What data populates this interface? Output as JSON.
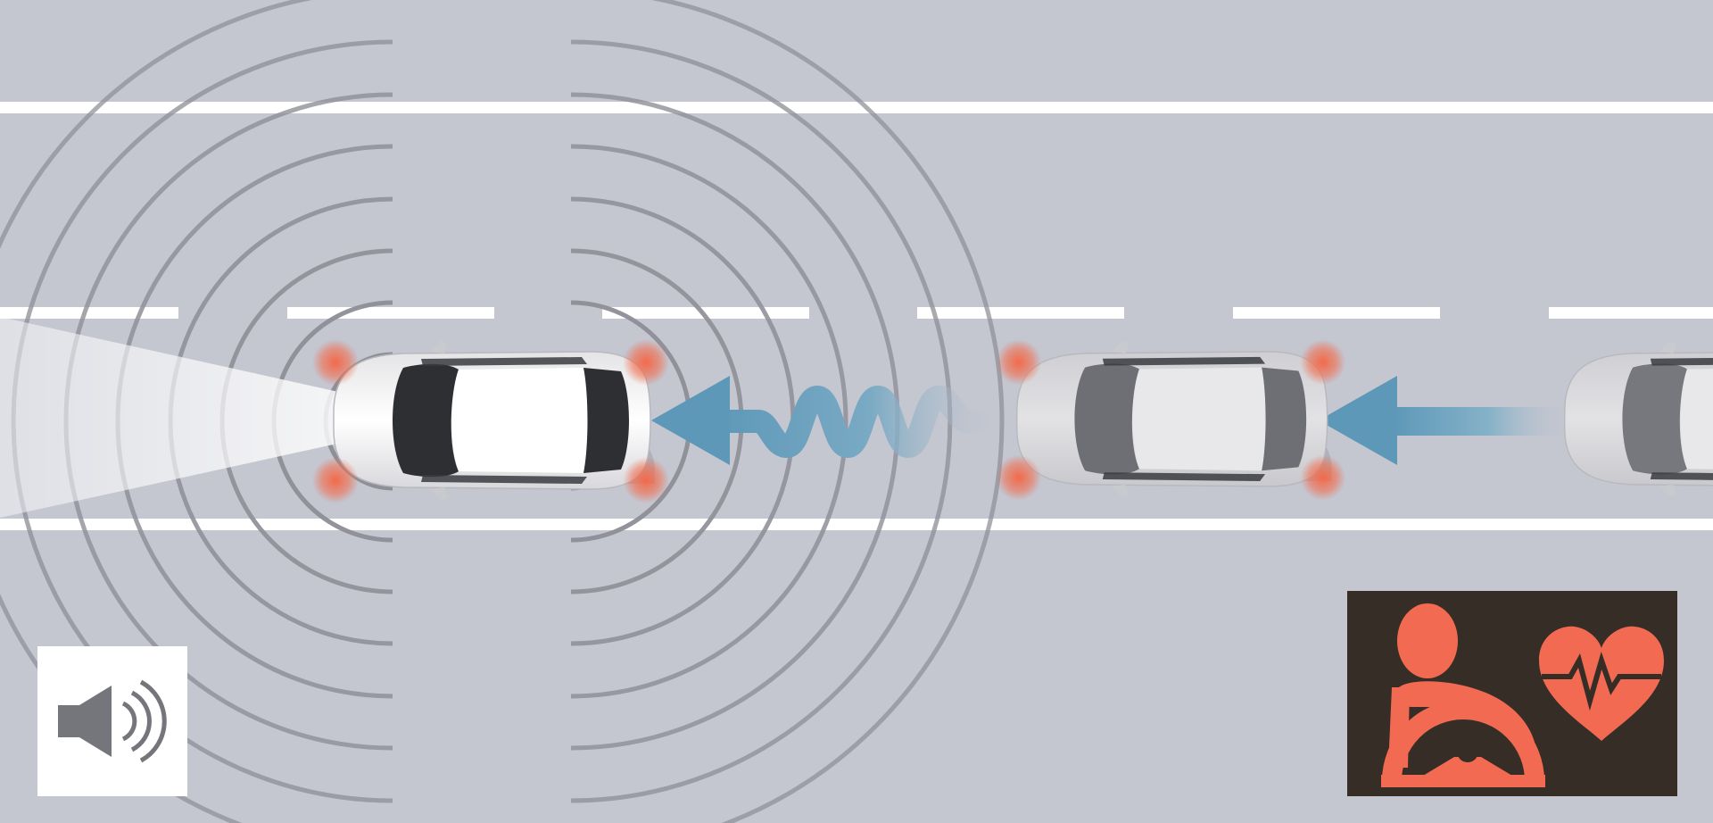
{
  "scene": {
    "type": "emergency-stop-assist-illustration",
    "colors": {
      "road": "#c4c6d0",
      "lane_marking": "#ffffff",
      "sound_wave": "#8e8f97",
      "hazard_light": "#f36a4a",
      "arrow": "#5d98b8",
      "indicator_panel": "#362e26",
      "indicator_symbol": "#f36a52",
      "speaker_panel": "#ffffff",
      "speaker_symbol": "#75767c"
    },
    "lead_vehicle": {
      "state": "stopping",
      "hazard_lights": "on",
      "headlight_beam": "on",
      "sound_waves": "on"
    },
    "following_vehicles": [
      {
        "state": "slowing",
        "hazard_lights": "on"
      },
      {
        "state": "following",
        "hazard_lights": "off"
      }
    ],
    "icons": {
      "speaker": "speaker-with-sound-waves-icon",
      "driver_alert": "driver-steering-wheel-heartbeat-icon"
    }
  }
}
